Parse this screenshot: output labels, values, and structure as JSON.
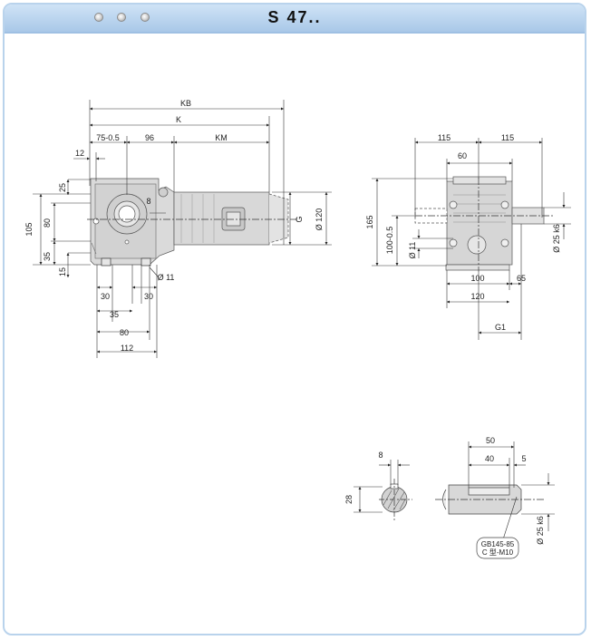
{
  "window": {
    "title": "S 47..",
    "controls": [
      "circle-icon",
      "circle-icon",
      "circle-icon"
    ]
  },
  "side_view": {
    "dims": {
      "KB": "KB",
      "K": "K",
      "d75": "75-0.5",
      "d96": "96",
      "KM": "KM",
      "d12": "12",
      "d25": "25",
      "d8": "8",
      "d105": "105",
      "d80": "80",
      "d35": "35",
      "d15": "15",
      "G": "G",
      "d120": "Ø 120",
      "d11": "Ø 11",
      "d30a": "30",
      "d30b": "30",
      "d35b": "35",
      "d80b": "80",
      "d112": "112"
    }
  },
  "front_view": {
    "dims": {
      "d115a": "115",
      "d115b": "115",
      "d60": "60",
      "d165": "165",
      "d100": "100-0.5",
      "d11": "Ø 11",
      "d25k6": "Ø 25 k6",
      "d100b": "100",
      "d65": "65",
      "d120": "120",
      "G1": "G1"
    }
  },
  "shaft_detail": {
    "dims": {
      "d8": "8",
      "d28": "28",
      "d50": "50",
      "d40": "40",
      "d5": "5",
      "d25k6": "Ø 25 k6"
    },
    "callout": {
      "line1": "GB145-85",
      "line2": "C 型-M10"
    }
  }
}
